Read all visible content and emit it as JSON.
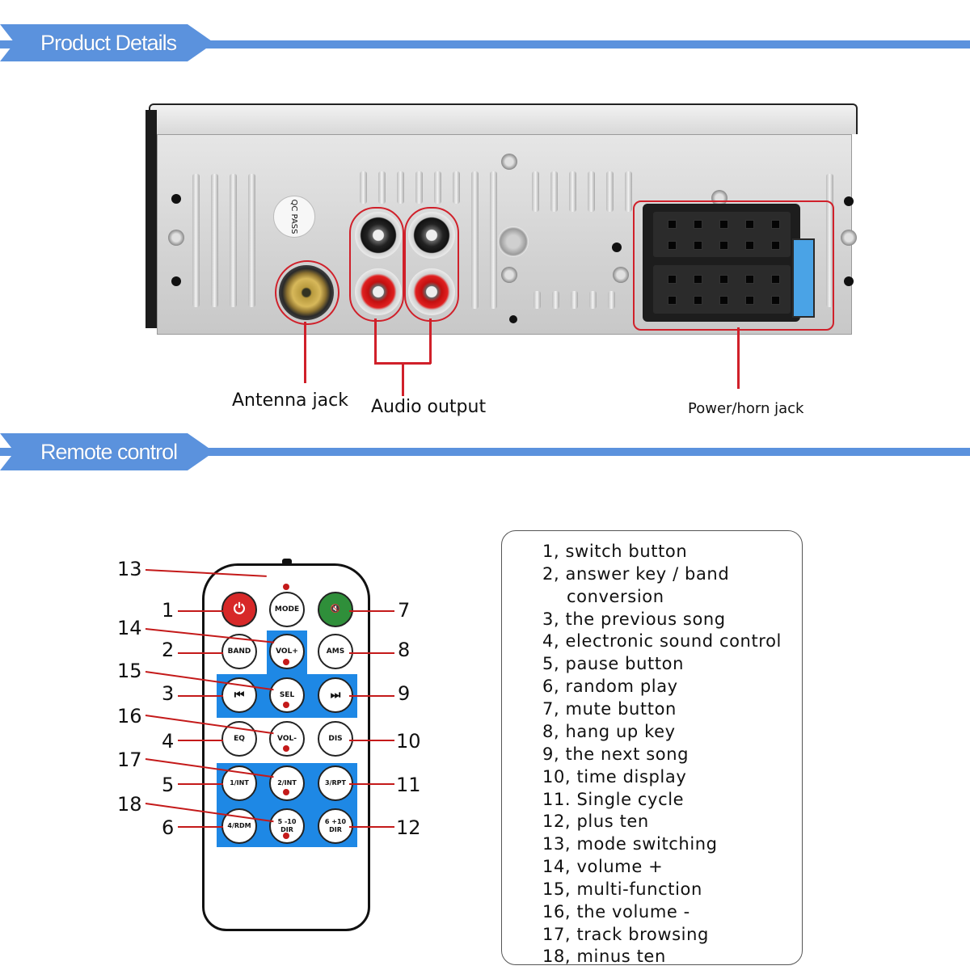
{
  "sections": {
    "product_details": "Product Details",
    "remote_control": "Remote control"
  },
  "device": {
    "qc_stamp": "QC PASS",
    "labels": {
      "antenna": "Antenna jack",
      "audio": "Audio output",
      "power": "Power/horn jack"
    }
  },
  "remote": {
    "buttons": {
      "power": "⏻",
      "mode": "MODE",
      "mute": "🔇",
      "band": "BAND",
      "volup": "VOL+",
      "ams": "AMS",
      "prev": "⏮",
      "sel": "SEL",
      "next": "⏭",
      "eq": "EQ",
      "voldown": "VOL-",
      "dis": "DIS",
      "b1": "1/INT",
      "b2": "2/INT",
      "b3": "3/RPT",
      "b4": "4/RDM",
      "b5": "5 -10 DIR",
      "b6": "6 +10 DIR"
    },
    "numbers": [
      "1",
      "2",
      "3",
      "4",
      "5",
      "6",
      "7",
      "8",
      "9",
      "10",
      "11",
      "12",
      "13",
      "14",
      "15",
      "16",
      "17",
      "18"
    ]
  },
  "legend": [
    "1, switch button",
    "2, answer key / band",
    "conversion",
    "3, the previous song",
    "4, electronic sound control",
    "5, pause button",
    "6, random play",
    "7, mute button",
    "8, hang up key",
    "9, the next song",
    "10, time display",
    "11. Single cycle",
    "12, plus ten",
    "13, mode switching",
    "14, volume +",
    "15, multi-function",
    "16, the volume -",
    "17, track browsing",
    "18, minus ten"
  ]
}
